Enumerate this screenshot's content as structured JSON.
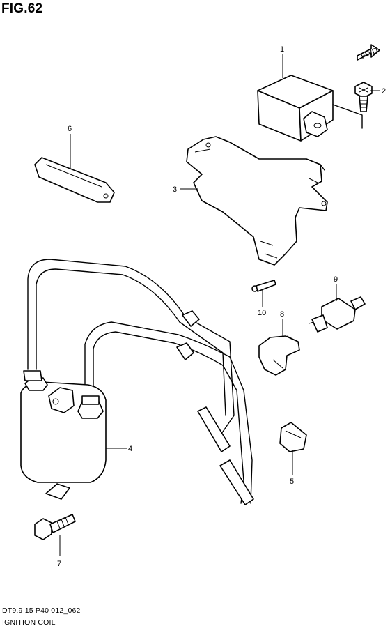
{
  "figure": {
    "title": "FIG.62",
    "model_code": "DT9.9 15 P40 012_062",
    "caption": "IGNITION COIL",
    "fwd_label": "FWD"
  },
  "callouts": [
    {
      "id": "c1",
      "label": "1"
    },
    {
      "id": "c2",
      "label": "2"
    },
    {
      "id": "c3",
      "label": "3"
    },
    {
      "id": "c4",
      "label": "4"
    },
    {
      "id": "c5",
      "label": "5"
    },
    {
      "id": "c6",
      "label": "6"
    },
    {
      "id": "c7",
      "label": "7"
    },
    {
      "id": "c8",
      "label": "8"
    },
    {
      "id": "c9",
      "label": "9"
    },
    {
      "id": "c10",
      "label": "10"
    }
  ]
}
